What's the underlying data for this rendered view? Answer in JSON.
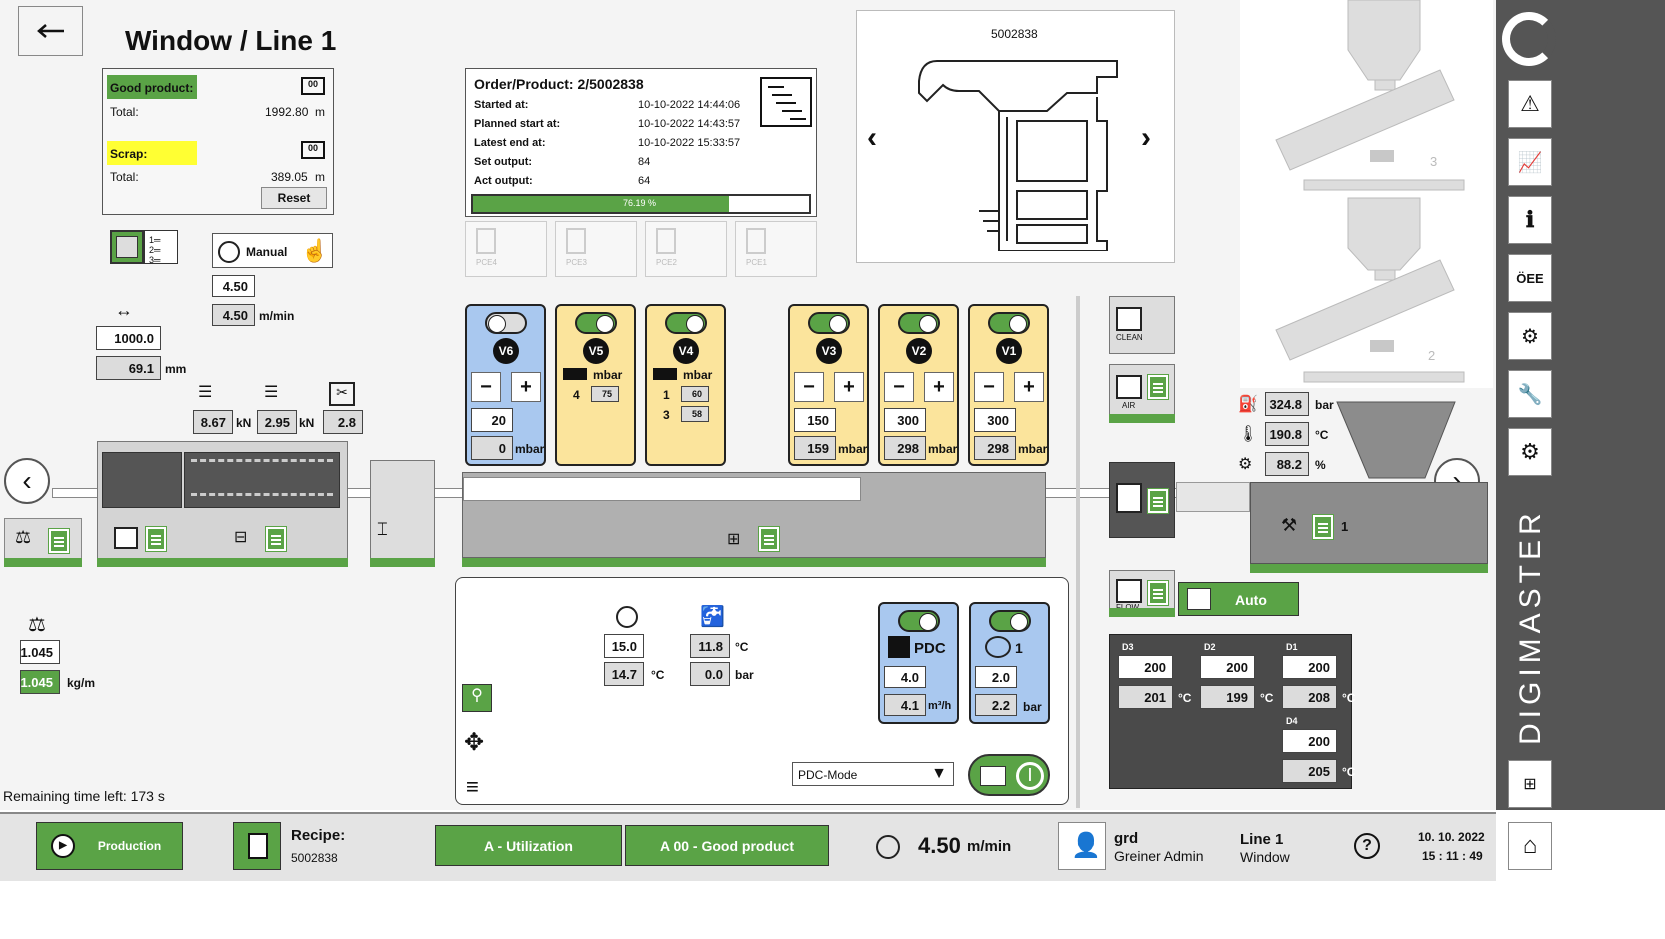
{
  "header": {
    "title": "Window / Line 1"
  },
  "counters": {
    "good_label": "Good product:",
    "total_label": "Total:",
    "good_total": "1992.80",
    "good_unit": "m",
    "scrap_label": "Scrap:",
    "scrap_total": "389.05",
    "scrap_unit": "m",
    "reset_label": "Reset"
  },
  "order": {
    "title": "Order/Product: 2/5002838",
    "rows": [
      {
        "label": "Started at:",
        "value": "10-10-2022 14:44:06"
      },
      {
        "label": "Planned start at:",
        "value": "10-10-2022 14:43:57"
      },
      {
        "label": "Latest end at:",
        "value": "10-10-2022 15:33:57"
      },
      {
        "label": "Set output:",
        "value": "84"
      },
      {
        "label": "Act output:",
        "value": "64"
      }
    ],
    "progress_label": "76.19 %",
    "progress": 0.7619
  },
  "pce": [
    "PCE4",
    "PCE3",
    "PCE2",
    "PCE1"
  ],
  "profile": {
    "number": "5002838"
  },
  "mode": {
    "manual_label": "Manual"
  },
  "speed": {
    "set": "4.50",
    "act": "4.50",
    "unit": "m/min"
  },
  "cut": {
    "set": "1000.0",
    "act": "69.1",
    "unit": "mm"
  },
  "forces": {
    "f1": "8.67",
    "f1_unit": "kN",
    "f2": "2.95",
    "f2_unit": "kN",
    "f3": "2.8"
  },
  "weight": {
    "set": "1.045",
    "act": "1.045",
    "unit": "kg/m"
  },
  "remaining": "Remaining time left: 173 s",
  "vacuum": {
    "v6": {
      "label": "V6",
      "set": "20",
      "act": "0",
      "unit": "mbar"
    },
    "v5": {
      "label": "V5",
      "unit": "mbar",
      "n": "4",
      "val": "75"
    },
    "v4": {
      "label": "V4",
      "unit": "mbar",
      "n1": "1",
      "val1": "60",
      "n2": "3",
      "val2": "58"
    },
    "v3": {
      "label": "V3",
      "set": "150",
      "act": "159",
      "unit": "mbar"
    },
    "v2": {
      "label": "V2",
      "set": "300",
      "act": "298",
      "unit": "mbar"
    },
    "v1": {
      "label": "V1",
      "set": "300",
      "act": "298",
      "unit": "mbar"
    }
  },
  "cooling": {
    "t_set": "15.0",
    "t_act": "14.7",
    "t_unit": "°C",
    "w_set": "11.8",
    "w_unit": "°C",
    "w_act": "0.0",
    "w_unit2": "bar",
    "pdc_label": "PDC",
    "pdc_set": "4.0",
    "pdc_act": "4.1",
    "pdc_unit": "m³/h",
    "pump_label": "1",
    "pump_set": "2.0",
    "pump_act": "2.2",
    "pump_unit": "bar",
    "pdc_mode": "PDC-Mode"
  },
  "extruder": {
    "pressure": "324.8",
    "pressure_unit": "bar",
    "temp": "190.8",
    "temp_unit": "°C",
    "load": "88.2",
    "load_unit": "%",
    "screw": "1",
    "feeder3": "3",
    "feeder2": "2",
    "clean_label": "CLEAN",
    "air_label": "AIR",
    "flow_label": "FLOW",
    "auto_label": "Auto"
  },
  "dies": {
    "d3": {
      "label": "D3",
      "set": "200",
      "act": "201"
    },
    "d2": {
      "label": "D2",
      "set": "200",
      "act": "199"
    },
    "d1": {
      "label": "D1",
      "set": "200",
      "act": "208"
    },
    "d4": {
      "label": "D4",
      "set": "200",
      "act": "205"
    },
    "unit": "°C"
  },
  "bottom": {
    "production": "Production",
    "recipe_label": "Recipe:",
    "recipe_value": "5002838",
    "utilization": "A - Utilization",
    "good_product": "A 00 - Good product",
    "speed": "4.50",
    "speed_unit": "m/min",
    "user": "grd",
    "user_full": "Greiner Admin",
    "line": "Line 1",
    "line_sub": "Window",
    "date": "10. 10. 2022",
    "time": "15 : 11 : 49"
  },
  "brand": "DIGIMASTER",
  "colors": {
    "green": "#5aa346",
    "yellow": "#fbe49c",
    "blue": "#a9c8ef",
    "dark": "#4a4a4a"
  }
}
